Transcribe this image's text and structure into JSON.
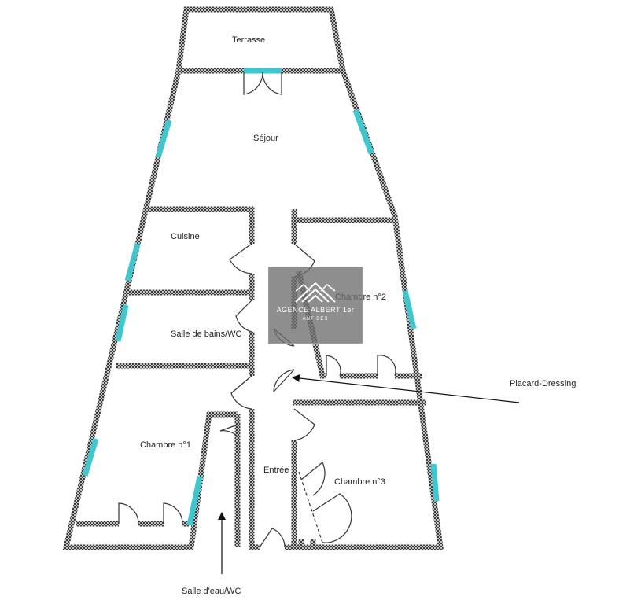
{
  "rooms": {
    "terrasse": "Terrasse",
    "sejour": "Séjour",
    "cuisine": "Cuisine",
    "salle_de_bains": "Salle de bains/WC",
    "chambre_2": "Chambre n°2",
    "chambre_1": "Chambre n°1",
    "entree": "Entrée",
    "chambre_3": "Chambre n°3"
  },
  "annotations": {
    "placard_dressing": "Placard-Dressing",
    "salle_d_eau": "Salle d'eau/WC"
  },
  "watermark": {
    "agency_name": "AGENCE ALBERT 1er",
    "city": "ANTIBES"
  },
  "colors": {
    "wall_dark": "#3a3a3a",
    "wall_light": "#bdbdbd",
    "window": "#3cc8cf",
    "arrow": "#111111"
  }
}
